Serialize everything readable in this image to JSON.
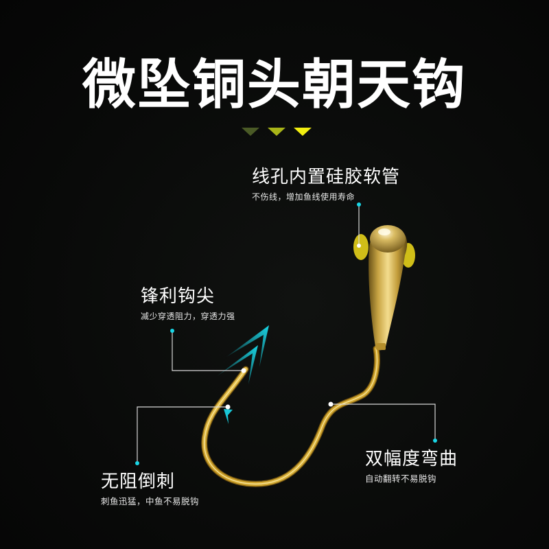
{
  "title": "微坠铜头朝天钩",
  "chevrons": {
    "colors": [
      "#4a5a26",
      "#a8b418",
      "#f2ee10"
    ]
  },
  "callouts": {
    "silicone_tube": {
      "heading": "线孔内置硅胶软管",
      "subtext": "不伤线，增加鱼线使用寿命"
    },
    "sharp_point": {
      "heading": "锋利钩尖",
      "subtext": "减少穿透阻力，穿透力强"
    },
    "barbless": {
      "heading": "无阻倒刺",
      "subtext": "刺鱼迅猛，中鱼不易脱钩"
    },
    "double_bend": {
      "heading": "双幅度弯曲",
      "subtext": "自动翻转不易脱钩"
    }
  },
  "colors": {
    "background": "#0a0b0a",
    "text": "#ffffff",
    "accent_cyan": "#19d6e6",
    "connector_line": "#d8d8d8",
    "hook_gold": "#d9b23a",
    "silicone_yellow": "#e8d81a"
  }
}
